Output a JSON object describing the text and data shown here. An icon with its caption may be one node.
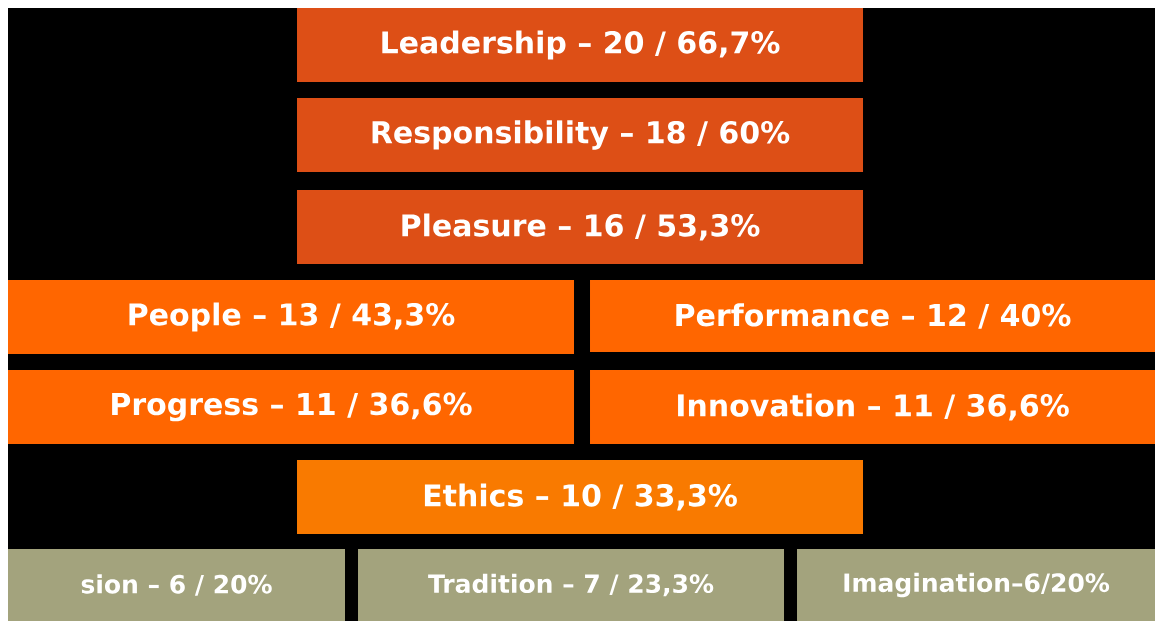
{
  "diagram": {
    "nodes": [
      {
        "text": [
          "Leadership – 20 / 66,7%"
        ]
      },
      {
        "text": [
          "Responsibility – 18 / 60%"
        ]
      },
      {
        "text": [
          "Pleasure – 16 / 53,3%"
        ]
      },
      {
        "text": [
          "People – 13 / 43,3%"
        ]
      },
      {
        "text": [
          "Performance – 12 / 40%"
        ]
      },
      {
        "text": [
          "Progress – 11 / 36,6%"
        ]
      },
      {
        "text": [
          "Innovation – 11 / 36,6%"
        ]
      },
      {
        "text": [
          "Ethics – 10 / 33,3%"
        ]
      },
      {
        "text": [
          "sion – 6 / 20%"
        ]
      },
      {
        "text": [
          "Tradition – 7 / 23,3%"
        ]
      },
      {
        "text": [
          "Imagination–6/20%"
        ]
      }
    ]
  }
}
